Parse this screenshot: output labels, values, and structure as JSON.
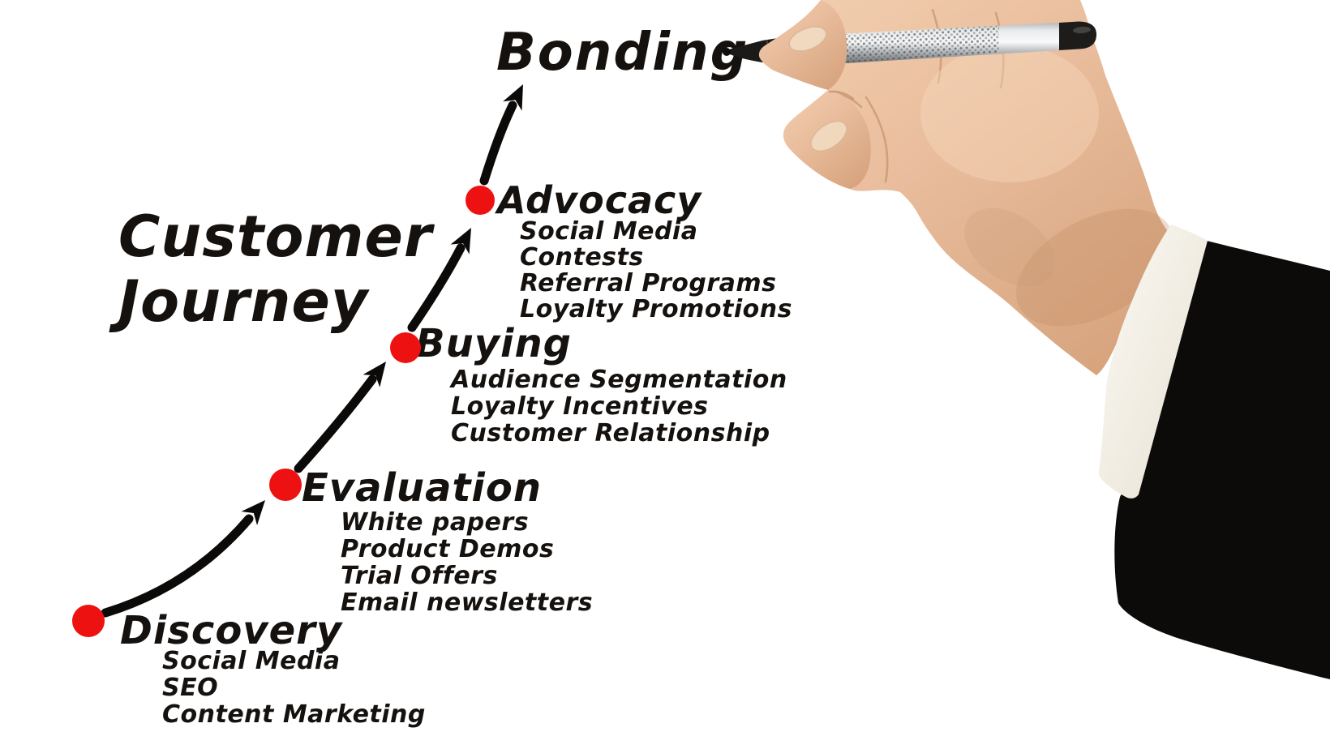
{
  "diagram": {
    "title_line1": "Customer",
    "title_line2": "Journey",
    "stages": [
      {
        "name": "Discovery",
        "items": [
          "Social Media",
          "SEO",
          "Content Marketing"
        ]
      },
      {
        "name": "Evaluation",
        "items": [
          "White papers",
          "Product Demos",
          "Trial Offers",
          "Email newsletters"
        ]
      },
      {
        "name": "Buying",
        "items": [
          "Audience Segmentation",
          "Loyalty Incentives",
          "Customer Relationship"
        ]
      },
      {
        "name": "Advocacy",
        "items": [
          "Social Media",
          "Contests",
          "Referral Programs",
          "Loyalty Promotions"
        ]
      },
      {
        "name": "Bonding",
        "items": []
      }
    ]
  },
  "colors": {
    "ink": "#15110e",
    "dot_red": "#ee1111",
    "background": "#ffffff",
    "skin": "#e9bd9d",
    "skin_shadow": "#cf9d78",
    "skin_light": "#f4dac0",
    "jacket": "#0c0b09",
    "cuff": "#f4f1ea",
    "pen_silver": "#c9ccce"
  }
}
